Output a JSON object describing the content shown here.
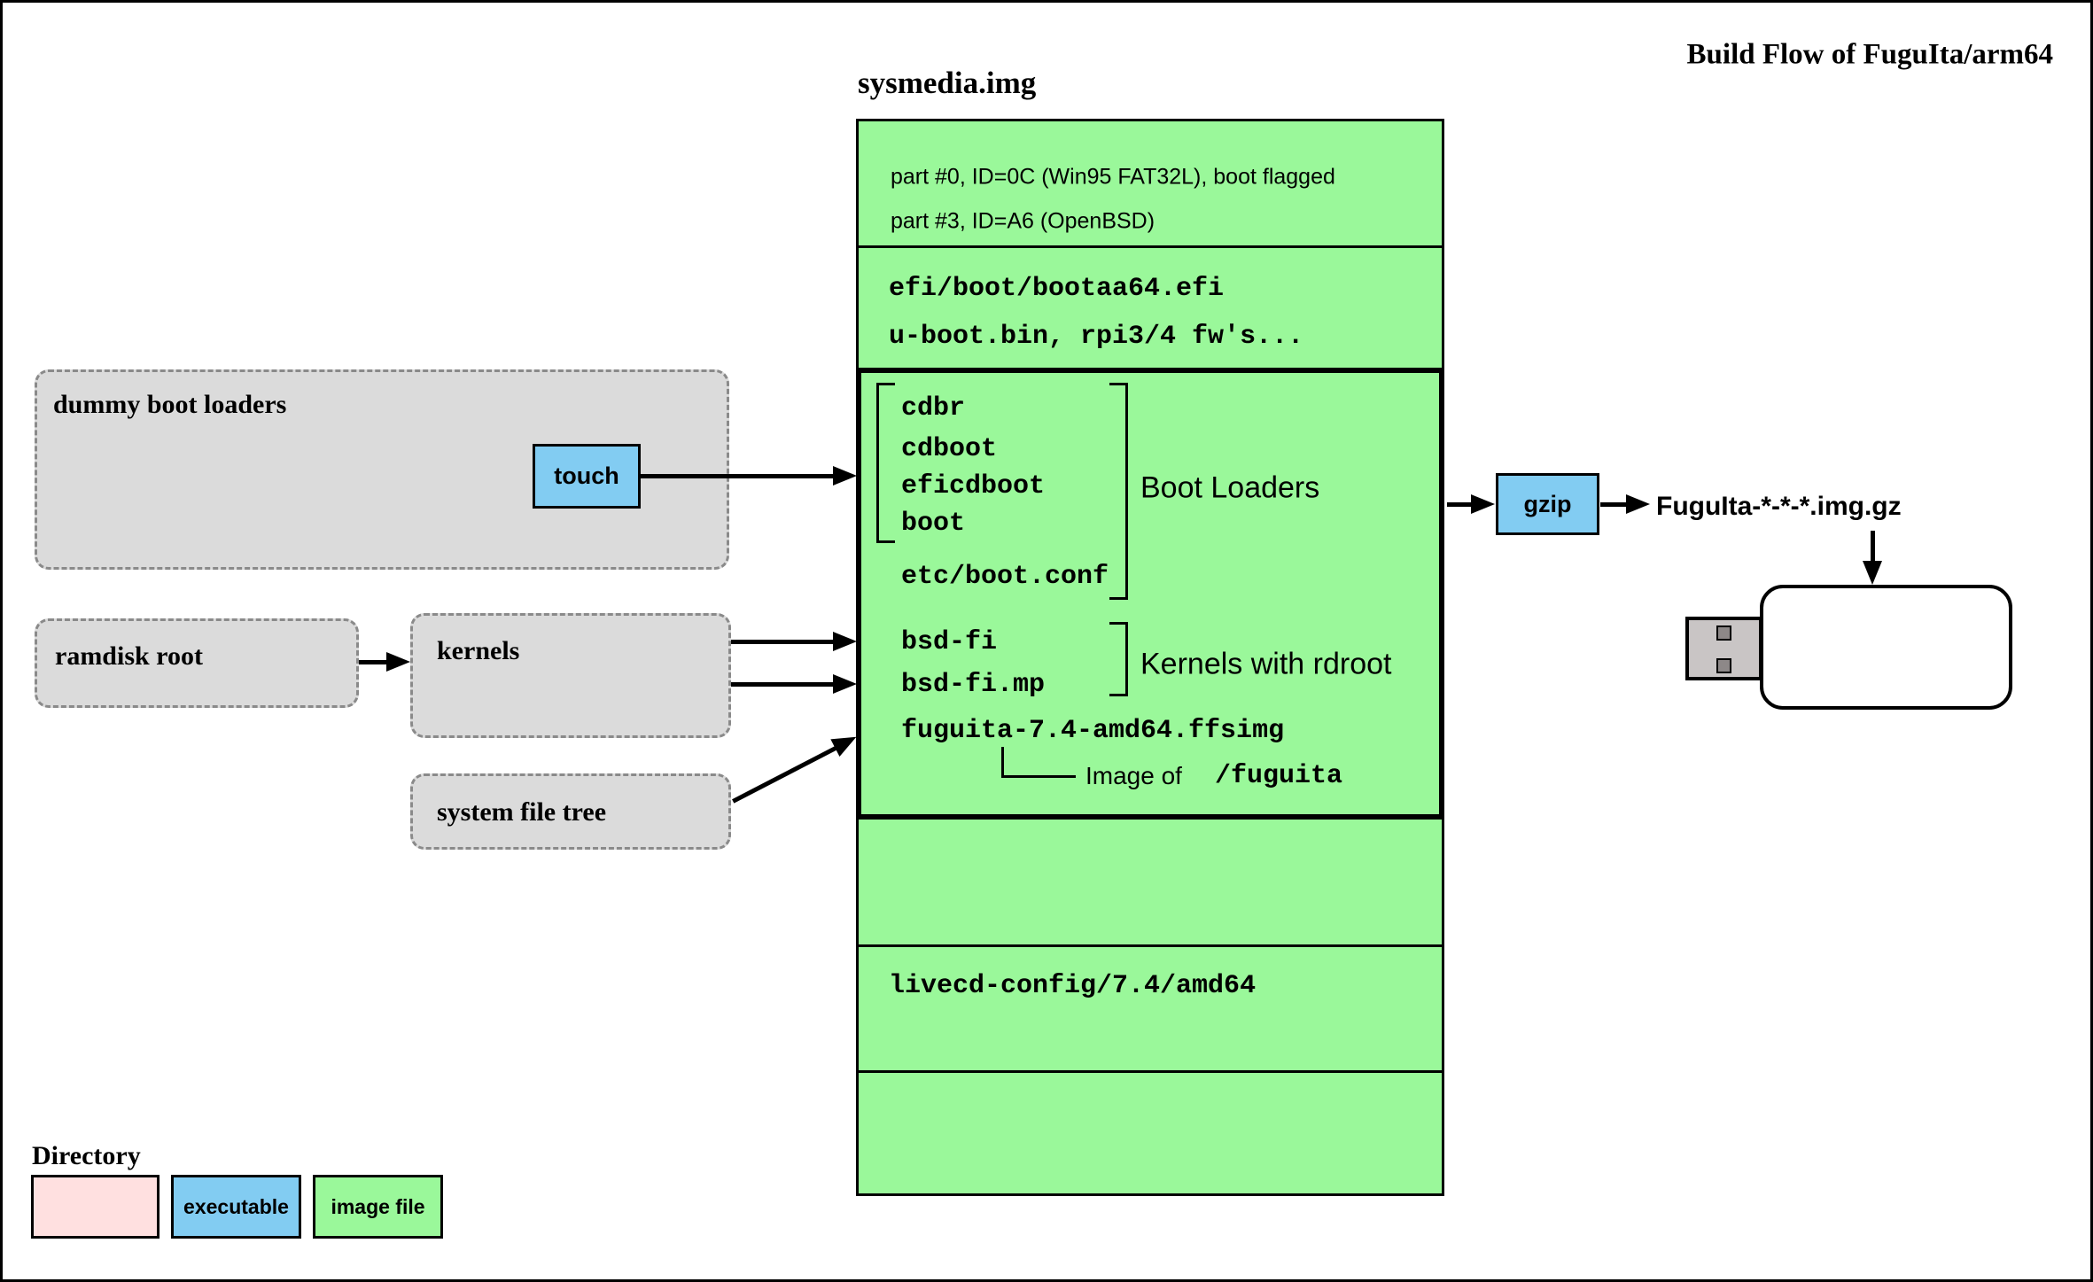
{
  "title": "Build Flow of FuguIta/arm64",
  "disk_image": {
    "label": "sysmedia.img",
    "partition_table": [
      "part #0, ID=0C (Win95 FAT32L), boot flagged",
      "part #3, ID=A6 (OpenBSD)"
    ],
    "efi_section": [
      "efi/boot/bootaa64.efi",
      "u-boot.bin, rpi3/4 fw's..."
    ],
    "main_section": {
      "boot_loader_files": [
        "cdbr",
        "cdboot",
        "eficdboot",
        "boot"
      ],
      "boot_conf": "etc/boot.conf",
      "boot_loaders_label": "Boot Loaders",
      "kernel_files": [
        "bsd-fi",
        "bsd-fi.mp"
      ],
      "kernels_label": "Kernels with rdroot",
      "ffs_image": "fuguita-7.4-amd64.ffsimg",
      "image_of_label": "Image of",
      "image_of_path": "/fuguita"
    },
    "livecd_config": "livecd-config/7.4/amd64"
  },
  "sources": {
    "dummy_boot_loaders": "dummy boot loaders",
    "touch": "touch",
    "ramdisk_root": "ramdisk root",
    "kernels": "kernels",
    "system_file_tree": "system file tree"
  },
  "output": {
    "gzip": "gzip",
    "artifact": "FuguIta-*-*-*.img.gz"
  },
  "legend": {
    "directory": "Directory",
    "executable": "executable",
    "image_file": "image file"
  },
  "colors": {
    "image_file_green": "#9af89a",
    "executable_blue": "#82ccf2",
    "directory_pink": "#ffe0e0",
    "folder_gray": "#dbdbdb"
  }
}
